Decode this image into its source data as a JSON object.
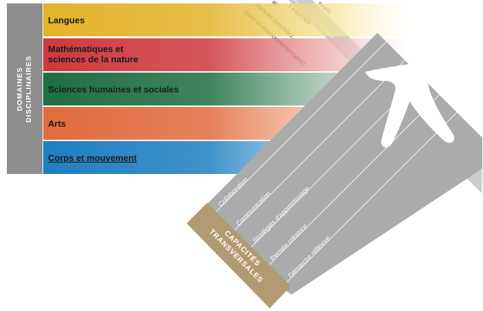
{
  "side_title": [
    "DOMAINES",
    "DISCIPLINAIRES"
  ],
  "domains": [
    {
      "label": [
        "Langues"
      ],
      "color": "#e3b32a",
      "fade": "#f7e6a2",
      "underline": false
    },
    {
      "label": [
        "Mathématiques et",
        "sciences de la nature"
      ],
      "color": "#cd3a3e",
      "fade": "#efb8b9",
      "underline": false
    },
    {
      "label": [
        "Sciences humaines et sociales"
      ],
      "color": "#1e6e43",
      "fade": "#a9c9b4",
      "underline": false
    },
    {
      "label": [
        "Arts"
      ],
      "color": "#e16b3d",
      "fade": "#f8cdb4",
      "underline": false
    },
    {
      "label": [
        "Corps et mouvement"
      ],
      "color": "#1e7fc0",
      "fade": "#b6d9ef",
      "underline": true
    }
  ],
  "capacities_title": [
    "CAPACITÉS",
    "TRANSVERSALES"
  ],
  "capacities": [
    "Collaboration",
    "Communication",
    "Stratégies d'apprentissage",
    "Pensée créatrice",
    "Démarche réflexive"
  ],
  "general_education_partial": [
    "…t exercice",
    "…dances (sociales,",
    "…ques et environnementales)",
    "…nnels",
    "…ie"
  ],
  "colors": {
    "side_box": "#8f8e8e",
    "capacities_box": "#b39a72",
    "upper_band": "#c7c7c7",
    "lower_band": "#a8a8a8",
    "figure": "#ffffff"
  }
}
